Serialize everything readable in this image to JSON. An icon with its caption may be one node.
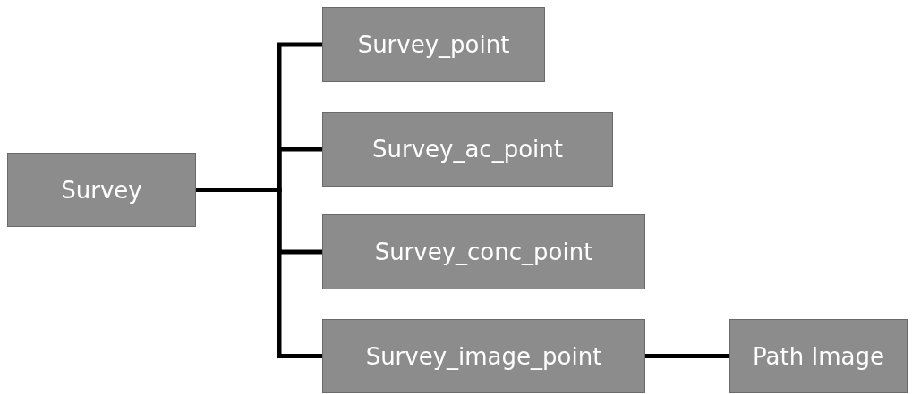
{
  "diagram": {
    "nodes": [
      {
        "text": [
          "Survey"
        ]
      },
      {
        "text": [
          "Survey_point"
        ]
      },
      {
        "text": [
          "Survey_ac_point"
        ]
      },
      {
        "text": [
          "Survey_conc_point"
        ]
      },
      {
        "text": [
          "Survey_image_point"
        ]
      },
      {
        "text": [
          "Path Image"
        ]
      }
    ],
    "edges": [
      {
        "from": 0,
        "to": 1,
        "arrow": "none"
      },
      {
        "from": 0,
        "to": 2,
        "arrow": "none"
      },
      {
        "from": 0,
        "to": 3,
        "arrow": "none"
      },
      {
        "from": 0,
        "to": 4,
        "arrow": "none"
      },
      {
        "from": 4,
        "to": 5,
        "arrow": "none"
      }
    ]
  }
}
